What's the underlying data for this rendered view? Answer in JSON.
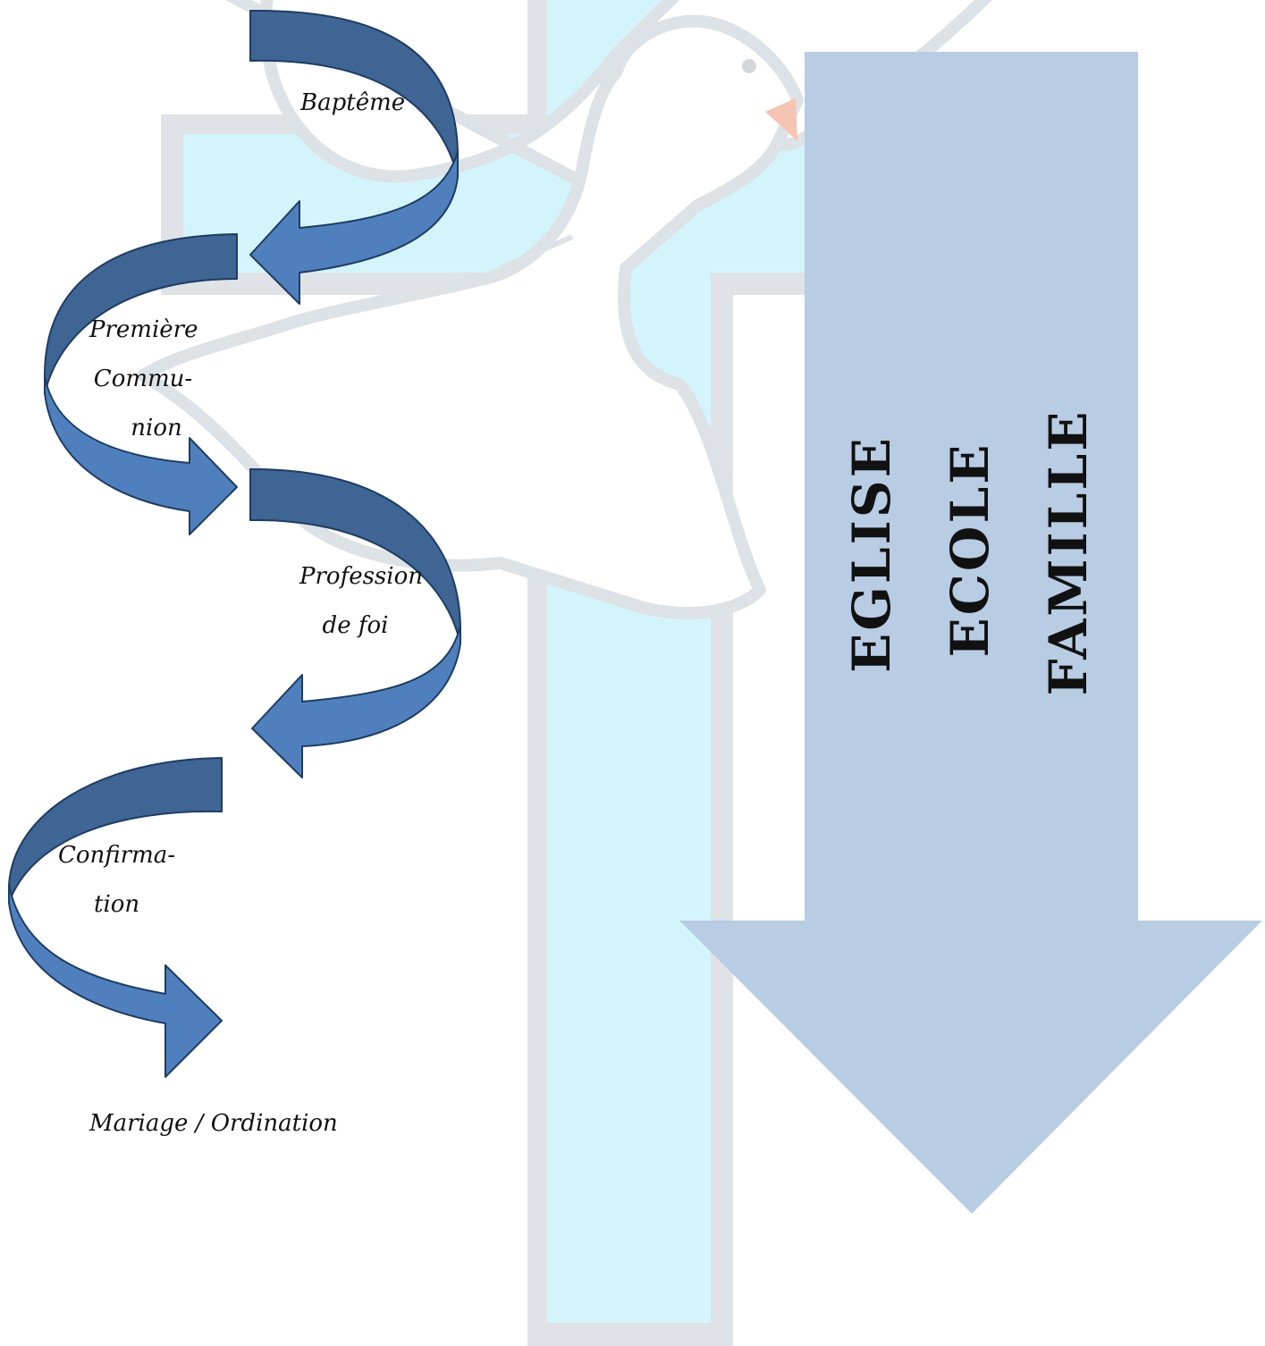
{
  "colors": {
    "page_bg": "#ffffff",
    "cross_fill": "#d4f4fc",
    "cross_border": "#dfe3e7",
    "dove_fill": "#ffffff",
    "dove_outline": "#dde2e7",
    "beak": "#f6c4b2",
    "eye": "#d3d7da",
    "spiral_dark": "#3e6594",
    "spiral_light": "#4f80bd",
    "spiral_outline": "#1f3c62",
    "big_arrow": "#b8cce4",
    "text": "#111111"
  },
  "icons": {
    "background": "cross-icon",
    "bird": "dove-icon",
    "flow": "curved-arrow-icon",
    "side": "down-arrow-icon"
  },
  "sacraments": {
    "bapteme": [
      "Baptême"
    ],
    "premiere_communion": [
      "Première",
      "Commu-",
      "nion"
    ],
    "profession_de_foi": [
      "Profession",
      "de foi"
    ],
    "confirmation": [
      "Confirma-",
      "tion"
    ],
    "mariage_ordination": [
      "Mariage / Ordination"
    ]
  },
  "pillars": {
    "eglise": "EGLISE",
    "ecole": "ECOLE",
    "famille": "FAMILLE"
  }
}
